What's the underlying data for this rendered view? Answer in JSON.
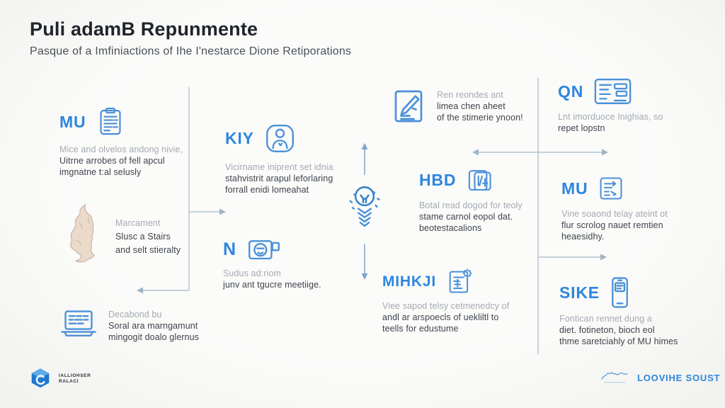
{
  "header": {
    "title": "Puli adamB Repunmente",
    "subtitle": "Pasque of a Imfiniactions of Ihe I'nestarce Dione Retiporations"
  },
  "sections": {
    "mu_left": {
      "heading": "MU",
      "icon": "clipboard-icon",
      "line1": "Mice and olvelos andong nivie,",
      "line2": "Uitrne arrobes of fell apcul",
      "line3": "imgnatne t:al selusly"
    },
    "marcament": {
      "icon": "map-shape",
      "line1": "Marcament",
      "line2": "Slusc a Stairs",
      "line3": "and selt stieralty"
    },
    "decabond": {
      "icon": "laptop-icon",
      "line1": "Decabond bu",
      "line2": "Soral ara marngamunt",
      "line3": "mingogit doalo glernus"
    },
    "kiy": {
      "heading": "KIY",
      "icon": "person-badge-icon",
      "line1": "Vicirname iniprent set idnia",
      "line2": "stahvistrit arapul leforlaring",
      "line3": "forrall enidi lomeahat"
    },
    "n": {
      "heading": "N",
      "icon": "camera-icon",
      "line1": "Sudus ad:riom",
      "line2": "junv ant tgucre meetiige."
    },
    "ren": {
      "icon": "document-pen-icon",
      "line1": "Ren reondes ant",
      "line2": "limea chen aheet",
      "line3": "of the stimerie ynoon!"
    },
    "hbd": {
      "heading": "HBD",
      "icon": "calendar-date-icon",
      "line1": "Botal read dogod for teoly",
      "line2": "stame carnol eopol dat.",
      "line3": "beotestacalions"
    },
    "mihkji": {
      "heading": "MIHKJI",
      "icon": "document-gear-icon",
      "line1": "Viee sapod telsy cetmenedcy of",
      "line2": "andl ar arspoecls of uekliltl to",
      "line3": "teells for edustume"
    },
    "qn": {
      "heading": "QN",
      "icon": "table-card-icon",
      "line1": "Lnt imorduoce Inighias, so",
      "line2": "repet lopstn"
    },
    "mu_right": {
      "heading": "MU",
      "icon": "report-panel-icon",
      "line1": "Vine soaond telay ateint ot",
      "line2": "flur scrolog nauet remtien",
      "line3": "heaesidhy."
    },
    "sike": {
      "heading": "SIKE",
      "icon": "phone-icon",
      "line1": "Fontican rennet dung a",
      "line2": "diet. fotineton, bioch eol",
      "line3": "thme saretciahly of MU himes"
    },
    "center": {
      "icon": "lightbulb-idea-icon"
    }
  },
  "footer": {
    "left_logo": "cube-logo",
    "left_brand_line1": "IALLIOHSER",
    "left_brand_line2": "RALACI",
    "right_logo": "signature-scribble-icon",
    "right_brand": "LOOVIHE SOUST"
  },
  "colors": {
    "accent": "#2E86DE",
    "icon_stroke": "#4A90D9",
    "text_dark": "#3E444D",
    "text_gray": "#A3AAB3",
    "connector": "#A9BECB",
    "map_fill": "#EBD9CA"
  }
}
